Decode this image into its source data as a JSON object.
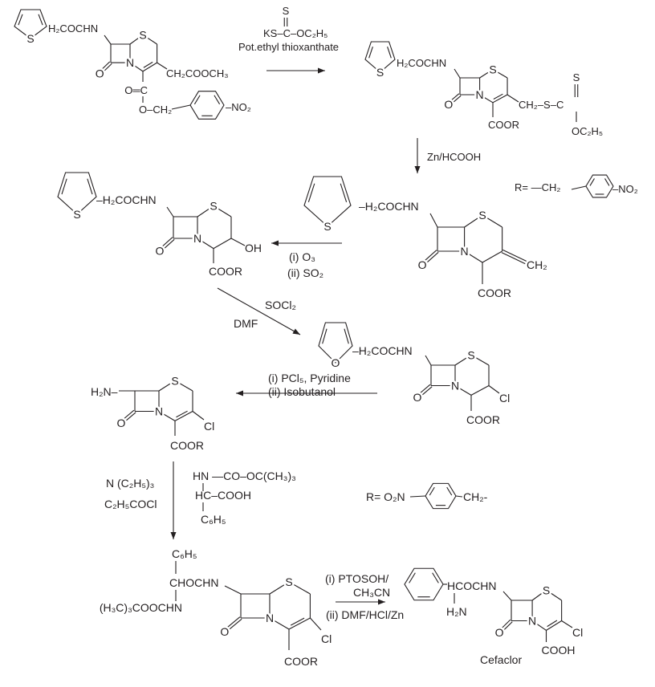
{
  "atoms": {
    "S": "S",
    "N": "N",
    "O": "O"
  },
  "compound_1": {
    "side_chain": "H₂COCHN",
    "c3_group": "CH₂COOCH₃",
    "ester_carbonyl": "O═C",
    "ester_oxy": "O–CH₂",
    "nitro": "–NO₂"
  },
  "step_1": {
    "reagent_thione_s": "S",
    "reagent_formula": "KS–C–OC₂H₅",
    "reagent_name": "Pot.ethyl thioxanthate"
  },
  "compound_2": {
    "side_chain": "H₂COCHN",
    "c3_group": "CH₂–S–C",
    "thione_s": "S",
    "ethoxy": "OC₂H₅",
    "ester": "COOR"
  },
  "step_2": {
    "reagent": "Zn/HCOOH"
  },
  "r_definition_1": {
    "prefix": "R= —CH₂",
    "nitro": "–NO₂"
  },
  "compound_3": {
    "side_chain": "–H₂COCHN",
    "methylene": "CH₂",
    "ester": "COOR"
  },
  "step_3": {
    "reagent_1": "(i) O₃",
    "reagent_2": "(ii) SO₂"
  },
  "compound_4": {
    "side_chain": "–H₂COCHN",
    "hydroxyl": "OH",
    "ester": "COOR"
  },
  "step_4": {
    "reagent_1": "SOCl₂",
    "reagent_2": "DMF"
  },
  "compound_5": {
    "side_chain": "–H₂COCHN",
    "chloro": "Cl",
    "ester": "COOR"
  },
  "step_5": {
    "reagent_1": "(i) PCl₅, Pyridine",
    "reagent_2": "(ii) Isobutanol"
  },
  "compound_6": {
    "amine": "H₂N–",
    "chloro": "Cl",
    "ester": "COOR"
  },
  "step_6": {
    "base": "N (C₂H₅)₃",
    "acyl_chloride": "C₂H₅COCl",
    "amino_acid_line_1": "HN —CO–OC(CH₃)₃",
    "amino_acid_line_2": "HC–COOH",
    "amino_acid_line_3": "C₆H₅"
  },
  "r_definition_2": {
    "prefix": "R= O₂N",
    "suffix": "CH₂-"
  },
  "compound_7": {
    "phenyl": "C₆H₅",
    "side_chain": "CHOCHN",
    "boc_amine": "(H₃C)₃COOCHN",
    "chloro": "Cl",
    "ester": "COOR"
  },
  "step_7": {
    "reagent_1a": "(i) PTOSOH/",
    "reagent_1b": "CH₃CN",
    "reagent_2": "(ii) DMF/HCl/Zn"
  },
  "product": {
    "side_chain": "HCOCHN",
    "amine": "H₂N",
    "chloro": "Cl",
    "acid": "COOH",
    "name": "Cefaclor"
  }
}
